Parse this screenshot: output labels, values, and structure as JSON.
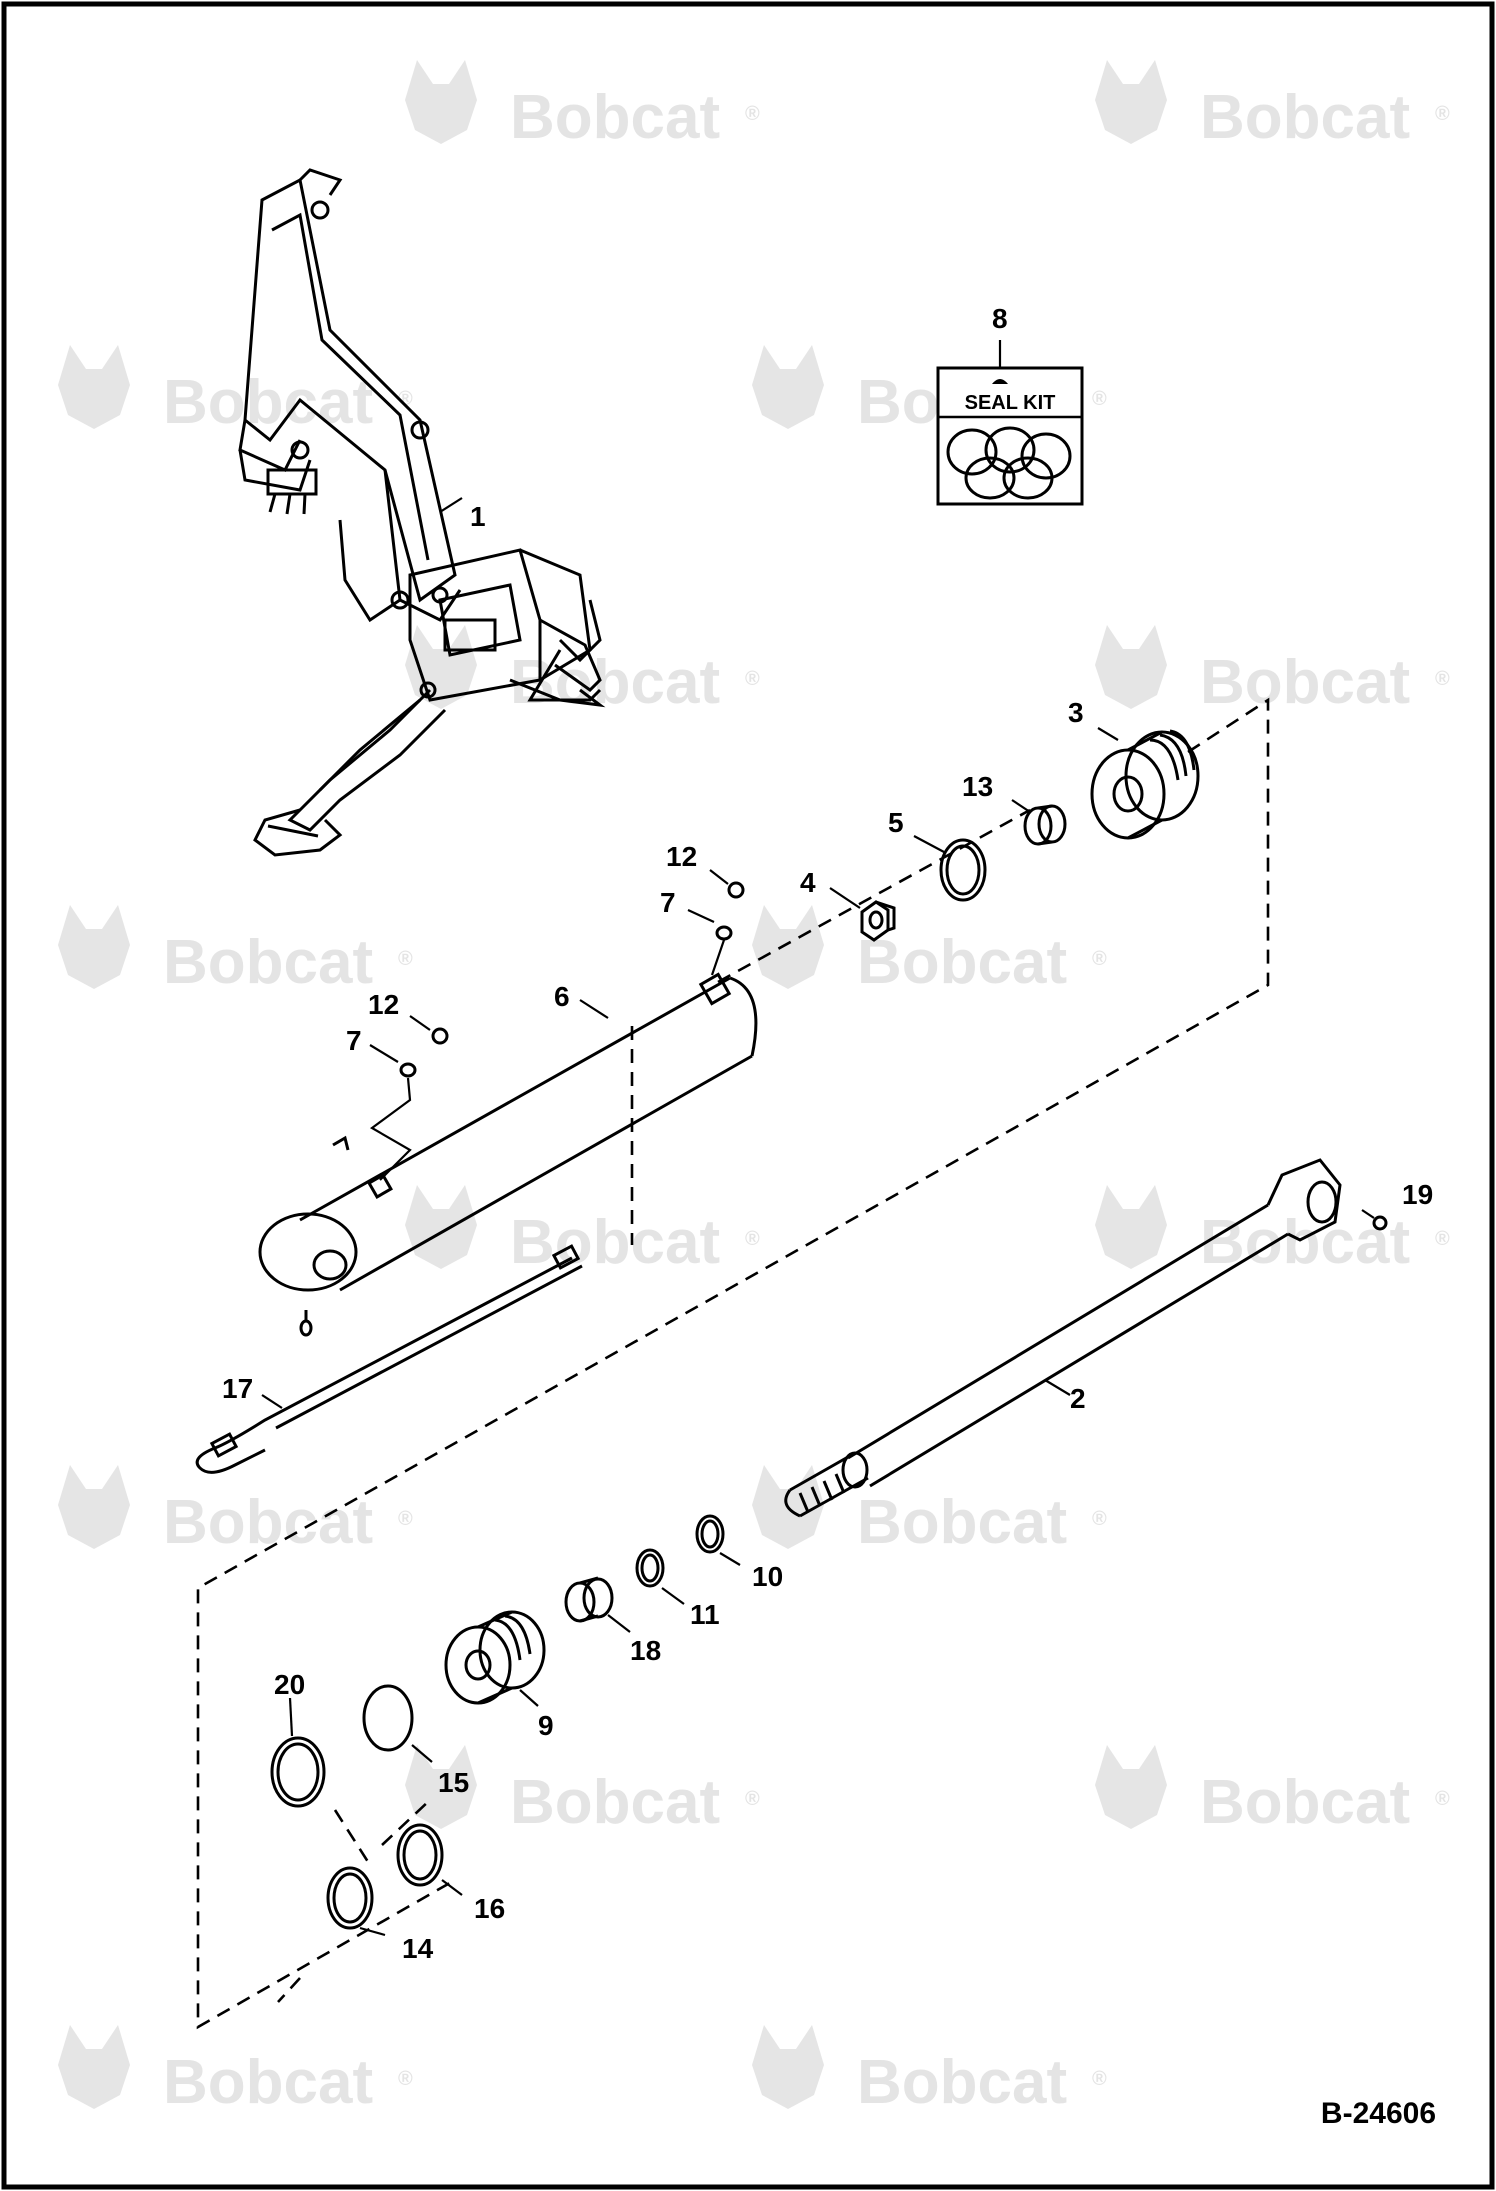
{
  "watermark": {
    "text": "Bobcat",
    "mark": "®"
  },
  "seal_kit_label": "SEAL KIT",
  "drawing_number": "B-24606",
  "callouts": {
    "c1": "1",
    "c2": "2",
    "c3": "3",
    "c4": "4",
    "c5": "5",
    "c6": "6",
    "c7a": "7",
    "c7b": "7",
    "c8": "8",
    "c9": "9",
    "c10": "10",
    "c11": "11",
    "c12a": "12",
    "c12b": "12",
    "c13": "13",
    "c14": "14",
    "c15": "15",
    "c16": "16",
    "c17": "17",
    "c18": "18",
    "c19": "19",
    "c20": "20"
  },
  "colors": {
    "line": "#000000",
    "watermark": "#cfcfcf",
    "background": "#ffffff"
  }
}
